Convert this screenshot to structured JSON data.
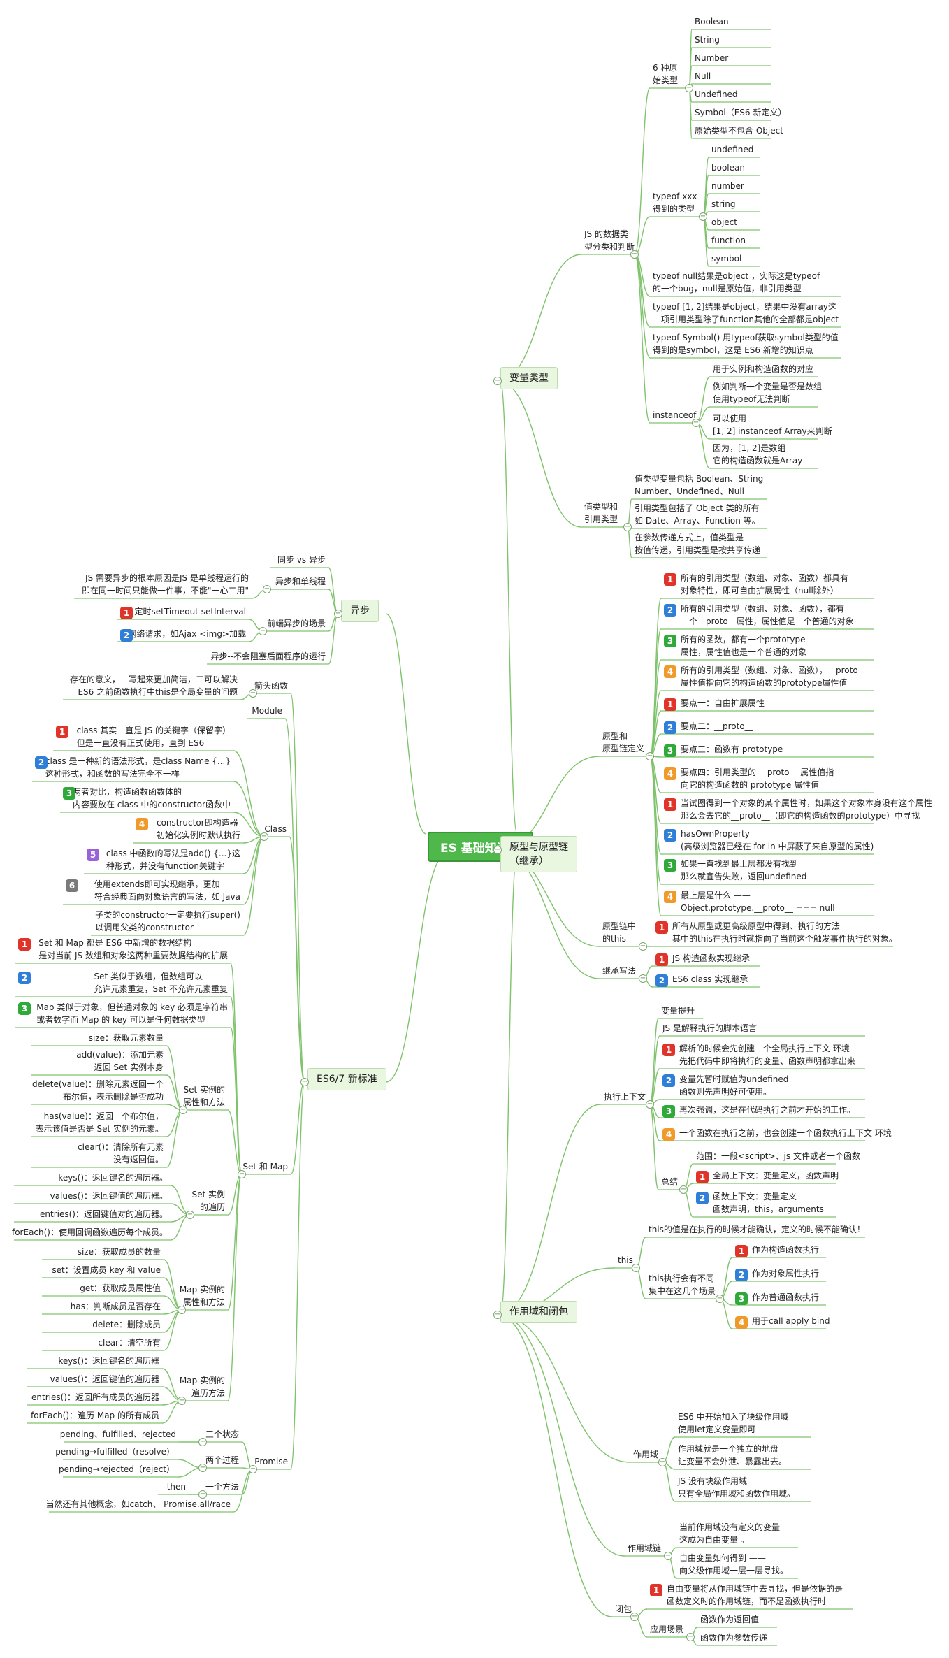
{
  "colors": {
    "line": "#7fc36c",
    "root_fill": "#4fb84a",
    "branch_fill": "#e9f7e1",
    "badge_red": "#e0342b",
    "badge_blue": "#2f7fd9",
    "badge_green": "#2faa3a",
    "badge_orange": "#f09a2b",
    "badge_purple": "#9a62d8",
    "badge_gray": "#7a7a7a"
  },
  "root": "ES 基础知识点",
  "branches": {
    "vars": "变量类型",
    "proto": "原型与原型链\n（继承）",
    "scope": "作用域和闭包",
    "async": "异步",
    "es6": "ES6/7 新标准"
  },
  "vars": {
    "types_cat": "JS 的数据类\n型分类和判断",
    "prim6": "6 种原\n始类型",
    "prims": [
      "Boolean",
      "String",
      "Number",
      "Null",
      "Undefined",
      "Symbol（ES6 新定义）",
      "原始类型不包含 Object"
    ],
    "typeof": "typeof xxx\n得到的类型",
    "typeof_vals": [
      "undefined",
      "boolean",
      "number",
      "string",
      "object",
      "function",
      "symbol"
    ],
    "notes": [
      "typeof null结果是object ，实际这是typeof\n的一个bug，null是原始值，非引用类型",
      "typeof [1, 2]结果是object，结果中没有array这\n一项引用类型除了function其他的全部都是object",
      "typeof Symbol() 用typeof获取symbol类型的值\n得到的是symbol，这是 ES6 新增的知识点"
    ],
    "instanceof": "instanceof",
    "instanceof_items": [
      "用于实例和构造函数的对应",
      "例如判断一个变量是否是数组\n使用typeof无法判断",
      "可以使用\n[1, 2] instanceof Array来判断",
      "因为，[1, 2]是数组\n它的构造函数就是Array"
    ],
    "value_ref": "值类型和\n引用类型",
    "value_ref_items": [
      "值类型变量包括 Boolean、String\nNumber、Undefined、Null",
      "引用类型包括了 Object 类的所有\n如 Date、Array、Function 等。",
      "在参数传递方式上，值类型是\n按值传递，引用类型是按共享传递"
    ]
  },
  "proto": {
    "def": "原型和\n原型链定义",
    "def_items": [
      {
        "n": "1",
        "c": "red",
        "t": "所有的引用类型（数组、对象、函数）都具有\n对象特性，即可自由扩展属性（null除外）"
      },
      {
        "n": "2",
        "c": "blue",
        "t": "所有的引用类型（数组、对象、函数），都有\n一个__proto__属性，属性值是一个普通的对象"
      },
      {
        "n": "3",
        "c": "green",
        "t": "所有的函数，都有一个prototype\n属性，属性值也是一个普通的对象"
      },
      {
        "n": "4",
        "c": "orange",
        "t": "所有的引用类型（数组、对象、函数），__proto__\n属性值指向它的构造函数的prototype属性值"
      },
      {
        "n": "1",
        "c": "red",
        "t": "要点一：自由扩展属性"
      },
      {
        "n": "2",
        "c": "blue",
        "t": "要点二：__proto__"
      },
      {
        "n": "3",
        "c": "green",
        "t": "要点三：函数有 prototype"
      },
      {
        "n": "4",
        "c": "orange",
        "t": "要点四：引用类型的 __proto__ 属性值指\n向它的构造函数的 prototype 属性值"
      },
      {
        "n": "1",
        "c": "red",
        "t": "当试图得到一个对象的某个属性时，如果这个对象本身没有这个属性\n那么会去它的__proto__（即它的构造函数的prototype）中寻找"
      },
      {
        "n": "2",
        "c": "blue",
        "t": "hasOwnProperty\n(高级浏览器已经在 for in 中屏蔽了来自原型的属性)"
      },
      {
        "n": "3",
        "c": "green",
        "t": "如果一直找到最上层都没有找到\n那么就宣告失败，返回undefined"
      },
      {
        "n": "4",
        "c": "orange",
        "t": "最上层是什么 ——\nObject.prototype.__proto__ === null"
      }
    ],
    "this_lbl": "原型链中\n的this",
    "this_item": {
      "n": "1",
      "c": "red",
      "t": "所有从原型或更高级原型中得到、执行的方法\n其中的this在执行时就指向了当前这个触发事件执行的对象。"
    },
    "inherit": "继承写法",
    "inherit_items": [
      {
        "n": "1",
        "c": "red",
        "t": "JS 构造函数实现继承"
      },
      {
        "n": "2",
        "c": "blue",
        "t": "ES6 class 实现继承"
      }
    ]
  },
  "scope": {
    "ctx": "执行上下文",
    "hoist": "变量提升",
    "ctx_items": [
      {
        "n": "",
        "c": "",
        "t": "JS 是解释执行的脚本语言"
      },
      {
        "n": "1",
        "c": "red",
        "t": "解析的时候会先创建一个全局执行上下文 环境\n先把代码中即将执行的变量、函数声明都拿出来"
      },
      {
        "n": "2",
        "c": "blue",
        "t": "变量先暂时赋值为undefined\n函数则先声明好可使用。"
      },
      {
        "n": "3",
        "c": "green",
        "t": "再次强调，这是在代码执行之前才开始的工作。"
      },
      {
        "n": "4",
        "c": "orange",
        "t": "一个函数在执行之前，也会创建一个函数执行上下文 环境"
      }
    ],
    "summary": "总结",
    "summary_items": [
      {
        "n": "",
        "c": "",
        "t": "范围：一段<script>、js 文件或者一个函数"
      },
      {
        "n": "1",
        "c": "red",
        "t": "全局上下文：变量定义，函数声明"
      },
      {
        "n": "2",
        "c": "blue",
        "t": "函数上下文：变量定义\n函数声明，this，arguments"
      }
    ],
    "this": "this",
    "this_def": "this的值是在执行的时候才能确认，定义的时候不能确认！",
    "this_scenes": "this执行会有不同\n集中在这几个场景",
    "this_items": [
      {
        "n": "1",
        "c": "red",
        "t": "作为构造函数执行"
      },
      {
        "n": "2",
        "c": "blue",
        "t": "作为对象属性执行"
      },
      {
        "n": "3",
        "c": "green",
        "t": "作为普通函数执行"
      },
      {
        "n": "4",
        "c": "orange",
        "t": "用于call apply bind"
      }
    ],
    "scope": "作用域",
    "scope_items": [
      "ES6 中开始加入了块级作用域\n使用let定义变量即可",
      "作用域就是一个独立的地盘\n让变量不会外泄、暴露出去。",
      "JS 没有块级作用域\n只有全局作用域和函数作用域。"
    ],
    "chain": "作用域链",
    "chain_items": [
      "当前作用域没有定义的变量\n这成为自由变量 。",
      "自由变量如何得到 ——\n向父级作用域一层一层寻找。"
    ],
    "closure": "闭包",
    "closure_item": {
      "n": "1",
      "c": "red",
      "t": "自由变量将从作用域链中去寻找，但是依据的是\n函数定义时的作用域链，而不是函数执行时"
    },
    "usage": "应用场景",
    "usage_items": [
      "函数作为返回值",
      "函数作为参数传递"
    ]
  },
  "async": {
    "sync": "同步 vs 异步",
    "single": "异步和单线程",
    "single_item": "JS 需要异步的根本原因是JS 是单线程运行的\n即在同一时间只能做一件事，不能\"一心二用\"",
    "scenes": "前端异步的场景",
    "scene_items": [
      {
        "n": "1",
        "c": "red",
        "t": "定时setTimeout setInterval"
      },
      {
        "n": "2",
        "c": "blue",
        "t": "网络请求，如Ajax <img>加载"
      }
    ],
    "block": "异步--不会阻塞后面程序的运行"
  },
  "es6": {
    "arrow": "箭头函数",
    "arrow_item": "存在的意义，一写起来更加简洁，二可以解决\nES6 之前函数执行中this是全局变量的问题",
    "module": "Module",
    "class": "Class",
    "class_items": [
      {
        "n": "1",
        "c": "red",
        "t": "class 其实一直是 JS 的关键字（保留字）\n但是一直没有正式使用，直到 ES6"
      },
      {
        "n": "2",
        "c": "blue",
        "t": "class 是一种新的语法形式，是class Name {...}\n这种形式，和函数的写法完全不一样"
      },
      {
        "n": "3",
        "c": "green",
        "t": "两者对比，构造函数函数体的\n内容要放在 class 中的constructor函数中"
      },
      {
        "n": "4",
        "c": "orange",
        "t": "constructor即构造器\n初始化实例时默认执行"
      },
      {
        "n": "5",
        "c": "purple",
        "t": "class 中函数的写法是add() {...}这\n种形式，并没有function关键字"
      },
      {
        "n": "6",
        "c": "gray",
        "t": "使用extends即可实现继承，更加\n符合经典面向对象语言的写法，如 Java"
      },
      {
        "n": "",
        "c": "",
        "t": "子类的constructor一定要执行super()\n以调用父类的constructor"
      }
    ],
    "setmap": "Set 和 Map",
    "setmap_items": [
      {
        "n": "1",
        "c": "red",
        "t": "Set 和 Map 都是 ES6 中新增的数据结构\n是对当前 JS 数组和对象这两种重要数据结构的扩展"
      },
      {
        "n": "2",
        "c": "blue",
        "t": "Set 类似于数组，但数组可以\n允许元素重复，Set 不允许元素重复"
      },
      {
        "n": "3",
        "c": "green",
        "t": "Map 类似于对象，但普通对象的 key 必须是字符串\n或者数字而 Map 的 key 可以是任何数据类型"
      }
    ],
    "set_attr": "Set 实例的\n属性和方法",
    "set_attr_items": [
      "size：获取元素数量",
      "add(value)：添加元素\n返回 Set 实例本身",
      "delete(value)：删除元素返回一个\n布尔值，表示删除是否成功",
      "has(value)：返回一个布尔值，\n表示该值是否是 Set 实例的元素。",
      "clear()：清除所有元素\n没有返回值。"
    ],
    "set_iter": "Set 实例\n的遍历",
    "set_iter_items": [
      "keys()：返回键名的遍历器。",
      "values()：返回键值的遍历器。",
      "entries()：返回键值对的遍历器。",
      "forEach()：使用回调函数遍历每个成员。"
    ],
    "map_attr": "Map 实例的\n属性和方法",
    "map_attr_items": [
      "size：获取成员的数量",
      "set：设置成员 key 和 value",
      "get：获取成员属性值",
      "has：判断成员是否存在",
      "delete：删除成员",
      "clear：清空所有"
    ],
    "map_iter": "Map 实例的\n遍历方法",
    "map_iter_items": [
      "keys()：返回键名的遍历器",
      "values()：返回键值的遍历器",
      "entries()：返回所有成员的遍历器",
      "forEach()：遍历 Map 的所有成员"
    ],
    "promise": "Promise",
    "states": "三个状态",
    "states_item": "pending、fulfilled、rejected",
    "process": "两个过程",
    "process_items": [
      "pending→fulfilled（resolve）",
      "pending→rejected（reject）"
    ],
    "method": "一个方法",
    "method_item": "then",
    "other": "当然还有其他概念，如catch、 Promise.all/race"
  }
}
